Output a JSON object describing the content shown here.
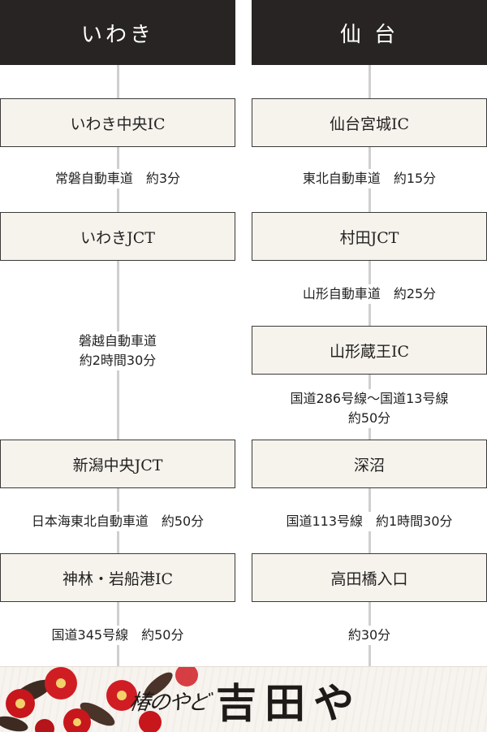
{
  "routes": [
    {
      "origin": "いわき",
      "nodes": [
        "いわき中央IC",
        "いわきJCT",
        "新潟中央JCT",
        "神林・岩船港IC"
      ],
      "segments": [
        [
          "常磐自動車道　約3分"
        ],
        [
          "磐越自動車道",
          "約2時間30分"
        ],
        [
          "日本海東北自動車道　約50分"
        ],
        [
          "国道345号線　約50分"
        ]
      ]
    },
    {
      "origin": "仙 台",
      "nodes": [
        "仙台宮城IC",
        "村田JCT",
        "山形蔵王IC",
        "深沼",
        "高田橋入口"
      ],
      "segments": [
        [
          "東北自動車道　約15分"
        ],
        [
          "山形自動車道　約25分"
        ],
        [
          "国道286号線～国道13号線",
          "約50分"
        ],
        [
          "国道113号線　約1時間30分"
        ],
        [
          "約30分"
        ]
      ]
    }
  ],
  "banner": {
    "logo_script": "椿のやど",
    "logo_name": "吉田や",
    "colors": {
      "camellia": "#c8161d",
      "leaf": "#3d2b22"
    }
  }
}
